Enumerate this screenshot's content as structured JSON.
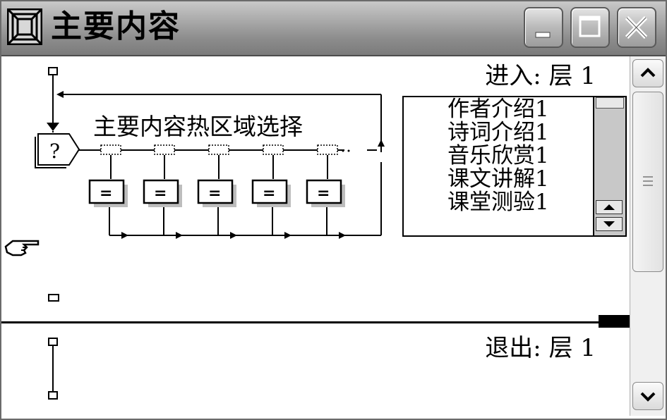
{
  "window": {
    "title": "主要内容",
    "buttons": [
      "minimize",
      "maximize",
      "close"
    ]
  },
  "icons": {
    "system": "window-system-icon",
    "hand": "hand-pointer-icon",
    "decision": "decision-question-icon",
    "calculation": "calculation-icon"
  },
  "flowline": {
    "entry_label": "进入: 层 1",
    "exit_label": "退出: 层 1",
    "interaction_title": "主要内容热区域选择",
    "decision_symbol": "?",
    "calc_symbol": "=",
    "branch_count": 5
  },
  "branch_list": {
    "items": [
      "作者介绍1",
      "诗词介绍1",
      "音乐欣赏1",
      "课文讲解1",
      "课堂测验1"
    ]
  },
  "colors": {
    "titlebar": "#8c8c8c",
    "canvas": "#ffffff",
    "ink": "#000000"
  }
}
